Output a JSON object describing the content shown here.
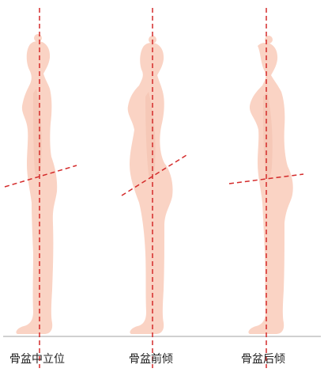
{
  "colors": {
    "figure_fill": "#fad3c4",
    "figure_shade": "#f3c0ad",
    "guide_line": "#d42a2a",
    "ground": "#999999"
  },
  "figures": [
    {
      "label": "骨盆中立位",
      "tilt": "neutral"
    },
    {
      "label": "骨盆前倾",
      "tilt": "anterior"
    },
    {
      "label": "骨盆后倾",
      "tilt": "posterior"
    }
  ]
}
